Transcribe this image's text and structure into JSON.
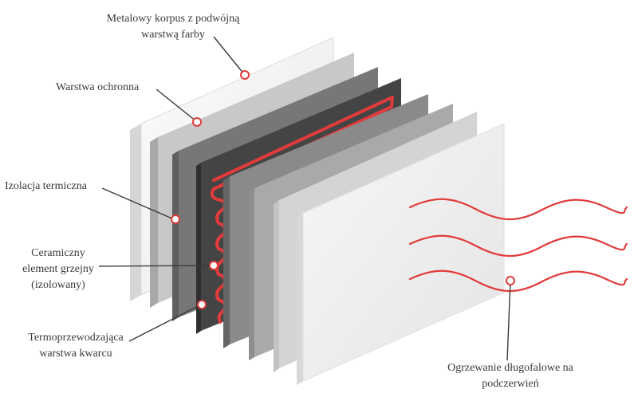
{
  "labels": {
    "metal_body": {
      "line1": "Metalowy korpus z podwójną",
      "line2": "warstwą farby"
    },
    "protective_layer": "Warstwa ochronna",
    "thermal_insulation": "Izolacja termiczna",
    "ceramic_element": {
      "line1": "Ceramiczny",
      "line2": "element grzejny",
      "line3": "(izolowany)"
    },
    "quartz_layer": {
      "line1": "Termoprzewodzająca",
      "line2": "warstwa kwarcu"
    },
    "infrared": {
      "line1": "Ogrzewanie długofalowe na",
      "line2": "podczerwień"
    }
  },
  "colors": {
    "accent_red": "#e23b3b",
    "leader_line": "#3b3b3b",
    "panel_front": "#efefef",
    "panel_dark": "#3f3f3f"
  }
}
